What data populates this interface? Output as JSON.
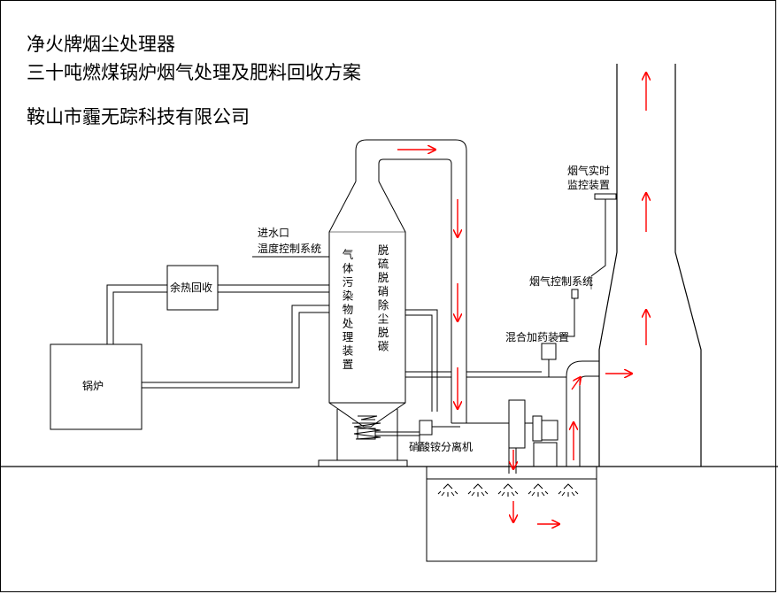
{
  "header": {
    "line1": "净火牌烟尘处理器",
    "line2": "三十吨燃煤锅炉烟气处理及肥料回收方案",
    "company": "鞍山市霾无踪科技有限公司"
  },
  "labels": {
    "boiler": "锅炉",
    "heat_recovery": "余热回收",
    "water_inlet": "进水口",
    "temp_control": "温度控制系统",
    "gas_treatment": "气体污染物处理装置",
    "desulfurization": "脱硫脱硝除尘脱碳",
    "realtime_monitor_line1": "烟气实时",
    "realtime_monitor_line2": "监控装置",
    "flue_control": "烟气控制系统",
    "mixing_device": "混合加药装置",
    "separator": "硝酸铵分离机"
  },
  "colors": {
    "line": "#000000",
    "arrow": "#ff0000",
    "background": "#ffffff"
  }
}
